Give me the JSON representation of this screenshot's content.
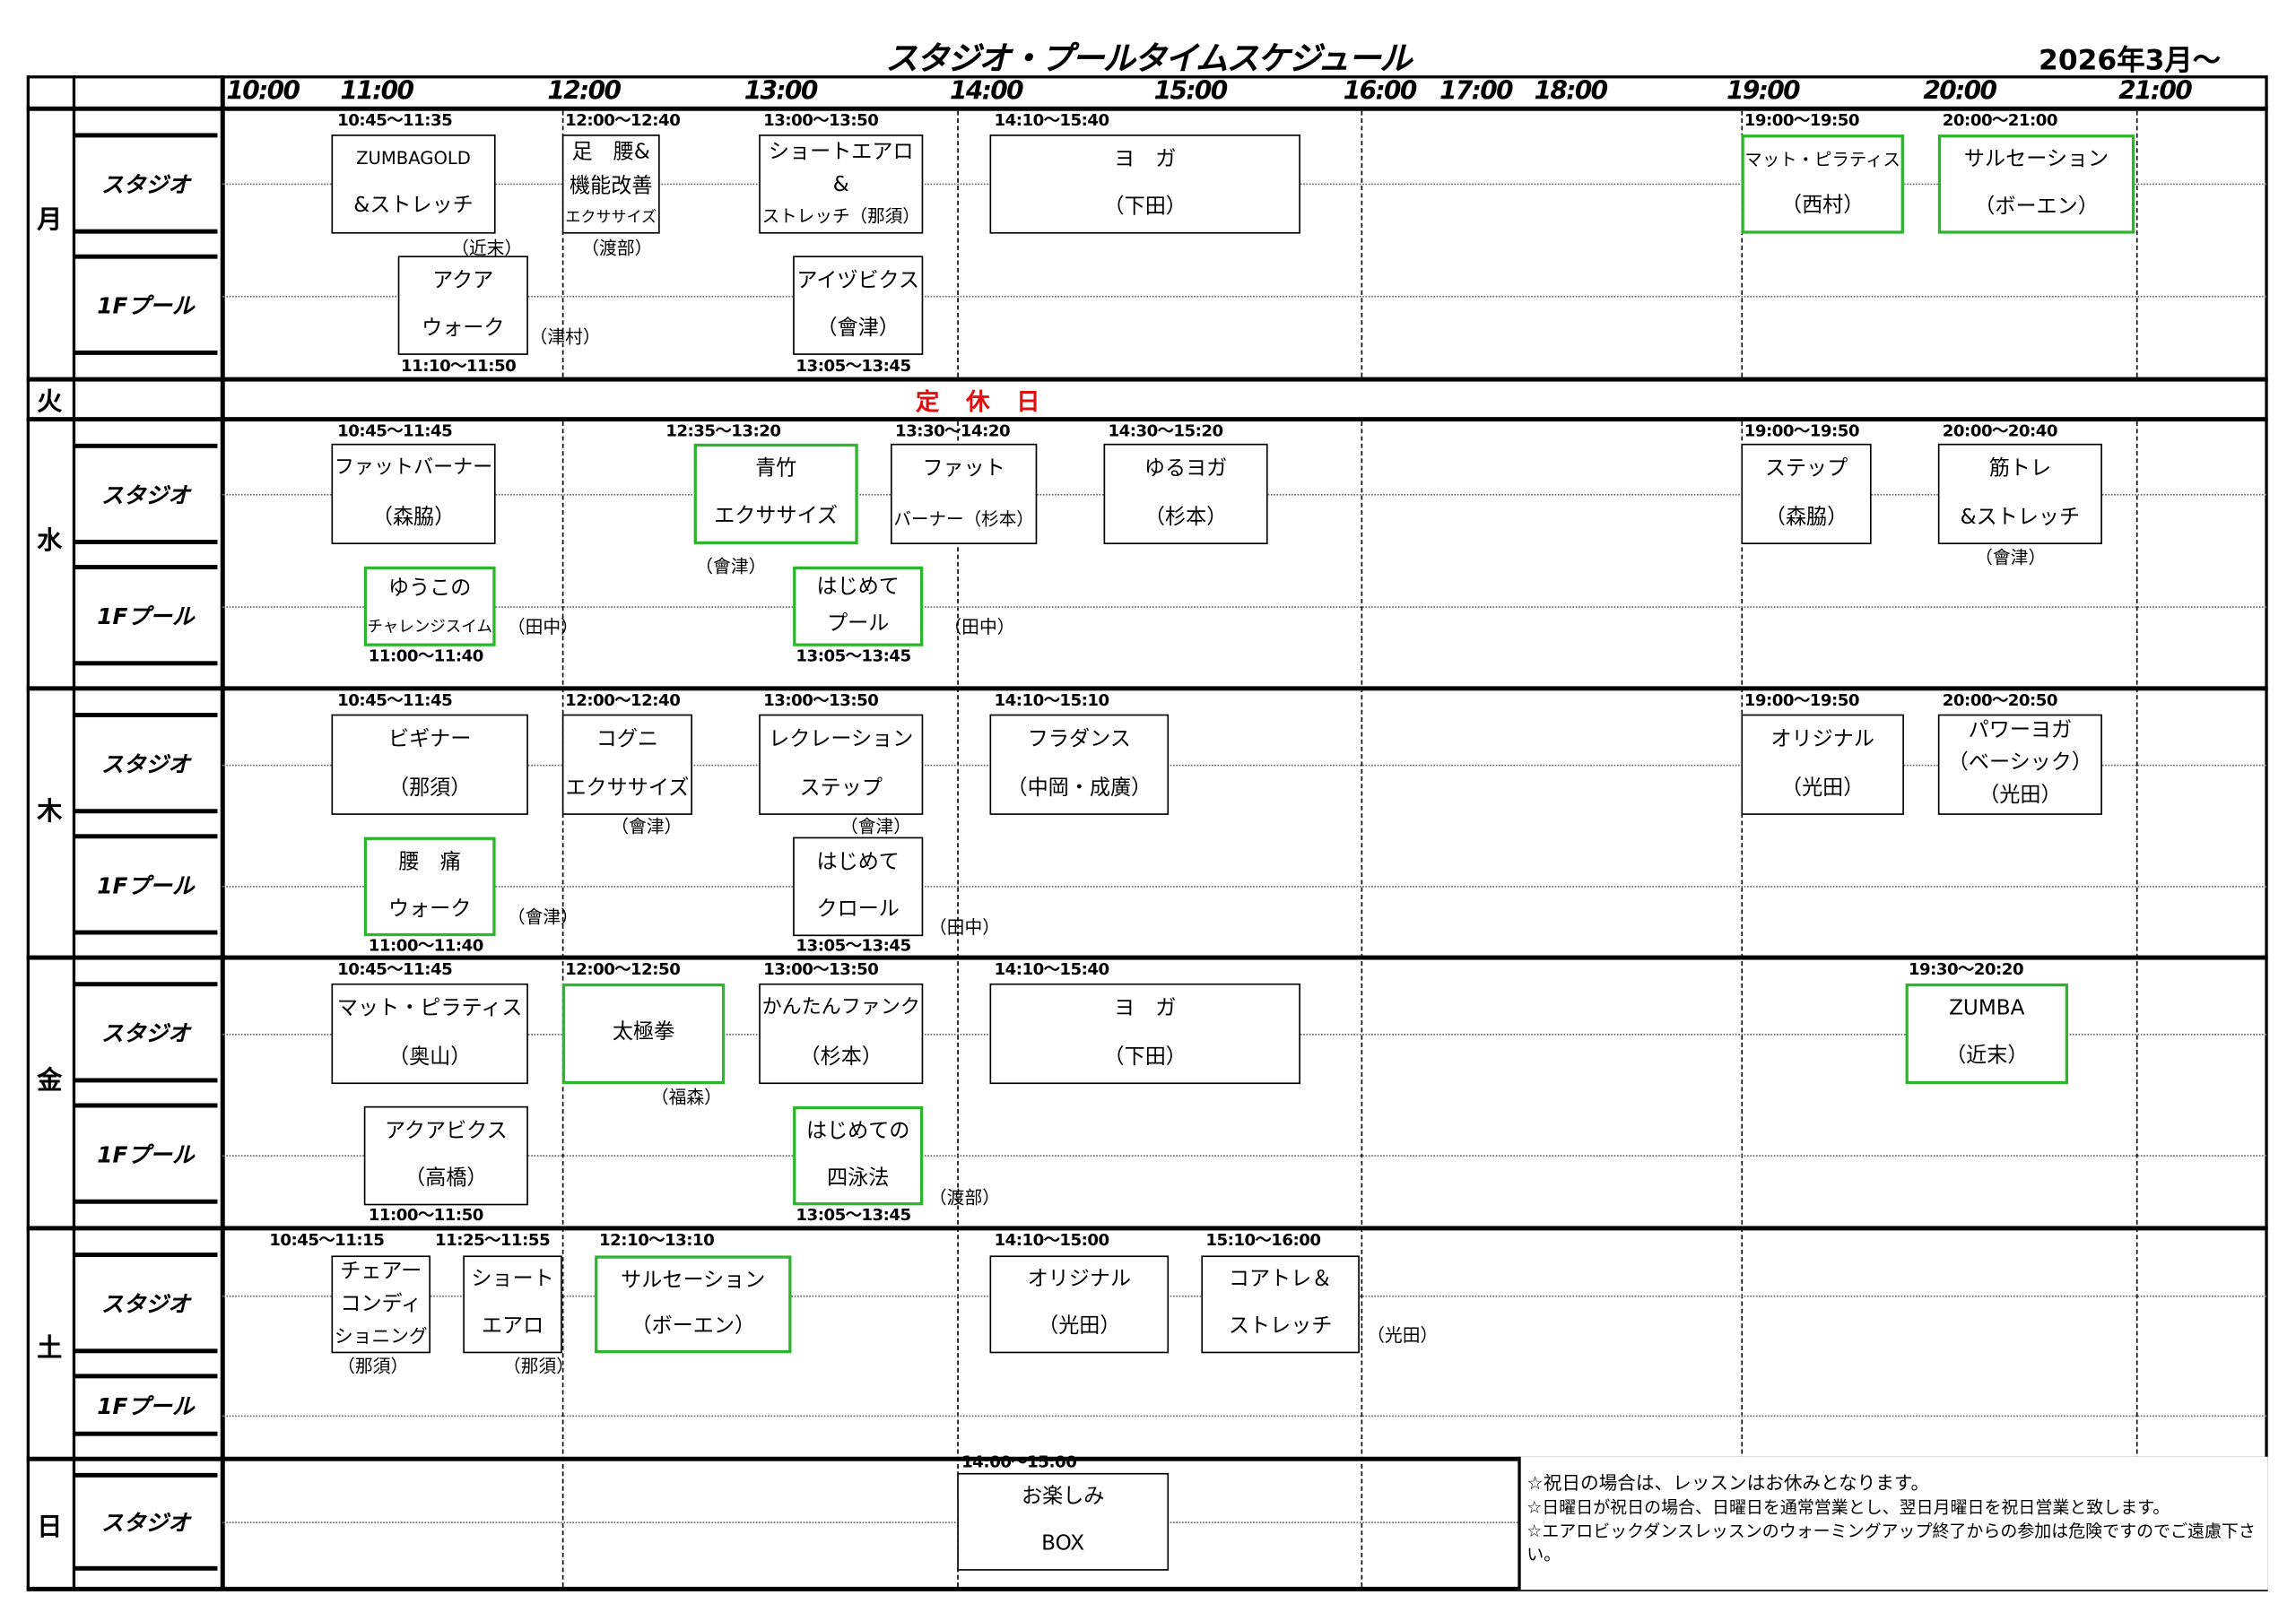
{
  "title": "スタジオ・プールタイムスケジュール",
  "date": "2026年3月～",
  "times": [
    "10:00",
    "11:00",
    "12:00",
    "13:00",
    "14:00",
    "15:00",
    "16:00",
    "17:00",
    "18:00",
    "19:00",
    "20:00",
    "21:00"
  ],
  "days": [
    {
      "label": "月",
      "rooms": [
        "スタジオ",
        "1Fプール"
      ]
    },
    {
      "label": "火",
      "closed_text": "定休日"
    },
    {
      "label": "水",
      "rooms": [
        "スタジオ",
        "1Fプール"
      ]
    },
    {
      "label": "木",
      "rooms": [
        "スタジオ",
        "1Fプール"
      ]
    },
    {
      "label": "金",
      "rooms": [
        "スタジオ",
        "1Fプール"
      ]
    },
    {
      "label": "土",
      "rooms": [
        "スタジオ",
        "1Fプール"
      ]
    },
    {
      "label": "日",
      "rooms": [
        "スタジオ"
      ]
    }
  ],
  "accent_color": "#2db52d",
  "classes": [
    {
      "day": "月",
      "room": "スタジオ",
      "time": "10:45～11:35",
      "lines": [
        "ZUMBAGOLD",
        "&ストレッチ"
      ],
      "instructor": "（近末）",
      "highlight": false
    },
    {
      "day": "月",
      "room": "スタジオ",
      "time": "12:00～12:40",
      "lines": [
        "足　腰&",
        "機能改善",
        "エクササイズ"
      ],
      "instructor": "（渡部）",
      "highlight": false
    },
    {
      "day": "月",
      "room": "スタジオ",
      "time": "13:00～13:50",
      "lines": [
        "ショートエアロ",
        "&",
        "ストレッチ（那須）"
      ],
      "highlight": false
    },
    {
      "day": "月",
      "room": "スタジオ",
      "time": "14:10～15:40",
      "lines": [
        "ヨ　ガ",
        "（下田）"
      ],
      "highlight": false
    },
    {
      "day": "月",
      "room": "スタジオ",
      "time": "19:00～19:50",
      "lines": [
        "マット・ピラティス",
        "（西村）"
      ],
      "highlight": true
    },
    {
      "day": "月",
      "room": "スタジオ",
      "time": "20:00～21:00",
      "lines": [
        "サルセーション",
        "（ボーエン）"
      ],
      "highlight": true
    },
    {
      "day": "月",
      "room": "1Fプール",
      "time": "11:10～11:50",
      "lines": [
        "アクア",
        "ウォーク"
      ],
      "instructor": "（津村）",
      "highlight": false
    },
    {
      "day": "月",
      "room": "1Fプール",
      "time": "13:05～13:45",
      "lines": [
        "アイヅビクス",
        "（會津）"
      ],
      "highlight": false
    },
    {
      "day": "水",
      "room": "スタジオ",
      "time": "10:45～11:45",
      "lines": [
        "ファットバーナー",
        "（森脇）"
      ],
      "highlight": false
    },
    {
      "day": "水",
      "room": "スタジオ",
      "time": "12:35～13:20",
      "lines": [
        "青竹",
        "エクササイズ"
      ],
      "instructor": "（會津）",
      "highlight": true
    },
    {
      "day": "水",
      "room": "スタジオ",
      "time": "13:30～14:20",
      "lines": [
        "ファット",
        "バーナー（杉本）"
      ],
      "highlight": false
    },
    {
      "day": "水",
      "room": "スタジオ",
      "time": "14:30～15:20",
      "lines": [
        "ゆるヨガ",
        "（杉本）"
      ],
      "highlight": false
    },
    {
      "day": "水",
      "room": "スタジオ",
      "time": "19:00～19:50",
      "lines": [
        "ステップ",
        "（森脇）"
      ],
      "highlight": false
    },
    {
      "day": "水",
      "room": "スタジオ",
      "time": "20:00～20:40",
      "lines": [
        "筋トレ",
        "&ストレッチ"
      ],
      "instructor": "（會津）",
      "highlight": false
    },
    {
      "day": "水",
      "room": "1Fプール",
      "time": "11:00～11:40",
      "lines": [
        "ゆうこの",
        "チャレンジスイム"
      ],
      "instructor": "（田中）",
      "highlight": true
    },
    {
      "day": "水",
      "room": "1Fプール",
      "time": "13:05～13:45",
      "lines": [
        "はじめて",
        "プール"
      ],
      "instructor": "（田中）",
      "highlight": true
    },
    {
      "day": "木",
      "room": "スタジオ",
      "time": "10:45～11:45",
      "lines": [
        "ビギナー",
        "（那須）"
      ],
      "highlight": false
    },
    {
      "day": "木",
      "room": "スタジオ",
      "time": "12:00～12:40",
      "lines": [
        "コグニ",
        "エクササイズ"
      ],
      "instructor": "（會津）",
      "highlight": false
    },
    {
      "day": "木",
      "room": "スタジオ",
      "time": "13:00～13:50",
      "lines": [
        "レクレーション",
        "ステップ"
      ],
      "instructor": "（會津）",
      "highlight": false
    },
    {
      "day": "木",
      "room": "スタジオ",
      "time": "14:10～15:10",
      "lines": [
        "フラダンス",
        "（中岡・成廣）"
      ],
      "highlight": false
    },
    {
      "day": "木",
      "room": "スタジオ",
      "time": "19:00～19:50",
      "lines": [
        "オリジナル",
        "（光田）"
      ],
      "highlight": false
    },
    {
      "day": "木",
      "room": "スタジオ",
      "time": "20:00～20:50",
      "lines": [
        "パワーヨガ",
        "（ベーシック）",
        "（光田）"
      ],
      "highlight": false
    },
    {
      "day": "木",
      "room": "1Fプール",
      "time": "11:00～11:40",
      "lines": [
        "腰　痛",
        "ウォーク"
      ],
      "instructor": "（會津）",
      "highlight": true
    },
    {
      "day": "木",
      "room": "1Fプール",
      "time": "13:05～13:45",
      "lines": [
        "はじめて",
        "クロール"
      ],
      "instructor": "（田中）",
      "highlight": false
    },
    {
      "day": "金",
      "room": "スタジオ",
      "time": "10:45～11:45",
      "lines": [
        "マット・ピラティス",
        "（奥山）"
      ],
      "highlight": false
    },
    {
      "day": "金",
      "room": "スタジオ",
      "time": "12:00～12:50",
      "lines": [
        "太極拳"
      ],
      "instructor": "（福森）",
      "highlight": true
    },
    {
      "day": "金",
      "room": "スタジオ",
      "time": "13:00～13:50",
      "lines": [
        "かんたんファンク",
        "（杉本）"
      ],
      "highlight": false
    },
    {
      "day": "金",
      "room": "スタジオ",
      "time": "14:10～15:40",
      "lines": [
        "ヨ　ガ",
        "（下田）"
      ],
      "highlight": false
    },
    {
      "day": "金",
      "room": "スタジオ",
      "time": "19:30～20:20",
      "lines": [
        "ZUMBA",
        "（近末）"
      ],
      "highlight": true
    },
    {
      "day": "金",
      "room": "1Fプール",
      "time": "11:00～11:50",
      "lines": [
        "アクアビクス",
        "（高橋）"
      ],
      "highlight": false
    },
    {
      "day": "金",
      "room": "1Fプール",
      "time": "13:05～13:45",
      "lines": [
        "はじめての",
        "四泳法"
      ],
      "instructor": "（渡部）",
      "highlight": true
    },
    {
      "day": "土",
      "room": "スタジオ",
      "time": "10:45～11:15",
      "lines": [
        "チェアー",
        "コンディ",
        "ショニング"
      ],
      "instructor": "（那須）",
      "highlight": false
    },
    {
      "day": "土",
      "room": "スタジオ",
      "time": "11:25～11:55",
      "lines": [
        "ショート",
        "エアロ"
      ],
      "instructor": "（那須）",
      "highlight": false
    },
    {
      "day": "土",
      "room": "スタジオ",
      "time": "12:10～13:10",
      "lines": [
        "サルセーション",
        "（ボーエン）"
      ],
      "highlight": true
    },
    {
      "day": "土",
      "room": "スタジオ",
      "time": "14:10～15:00",
      "lines": [
        "オリジナル",
        "（光田）"
      ],
      "highlight": false
    },
    {
      "day": "土",
      "room": "スタジオ",
      "time": "15:10～16:00",
      "lines": [
        "コアトレ＆",
        "ストレッチ"
      ],
      "instructor": "（光田）",
      "highlight": false
    },
    {
      "day": "日",
      "room": "スタジオ",
      "time": "14:00～15:00",
      "lines": [
        "お楽しみ",
        "BOX"
      ],
      "highlight": false
    }
  ],
  "notes": [
    "☆祝日の場合は、レッスンはお休みとなります。",
    "☆日曜日が祝日の場合、日曜日を通常営業とし、翌日月曜日を祝日営業と致します。",
    "☆エアロビックダンスレッスンのウォーミングアップ終了からの参加は危険ですのでご遠慮下さい。"
  ]
}
